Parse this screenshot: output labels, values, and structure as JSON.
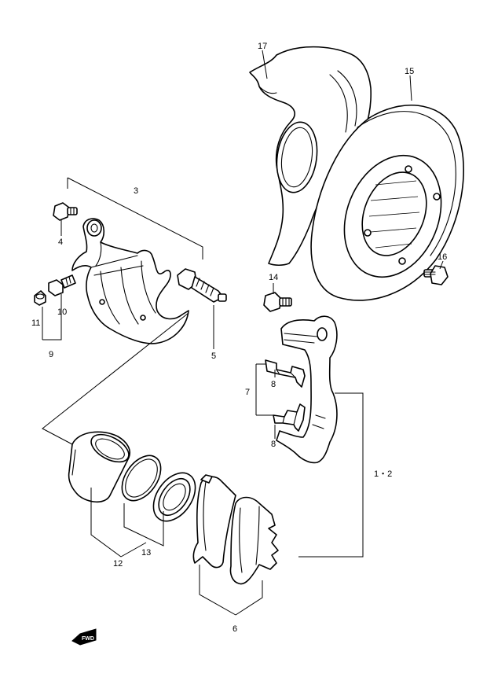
{
  "labels": {
    "p17": "17",
    "p15": "15",
    "p3": "3",
    "p4": "4",
    "p16": "16",
    "p14": "14",
    "p11": "11",
    "p10": "10",
    "p9": "9",
    "p5": "5",
    "p8a": "8",
    "p7": "7",
    "p8b": "8",
    "p12_assy": "1・2",
    "p13": "13",
    "p12": "12",
    "p6": "6"
  },
  "front_arrow": {
    "text": "FWD",
    "icon": "front-arrow-icon"
  },
  "colors": {
    "line": "#000000",
    "background": "#ffffff"
  }
}
